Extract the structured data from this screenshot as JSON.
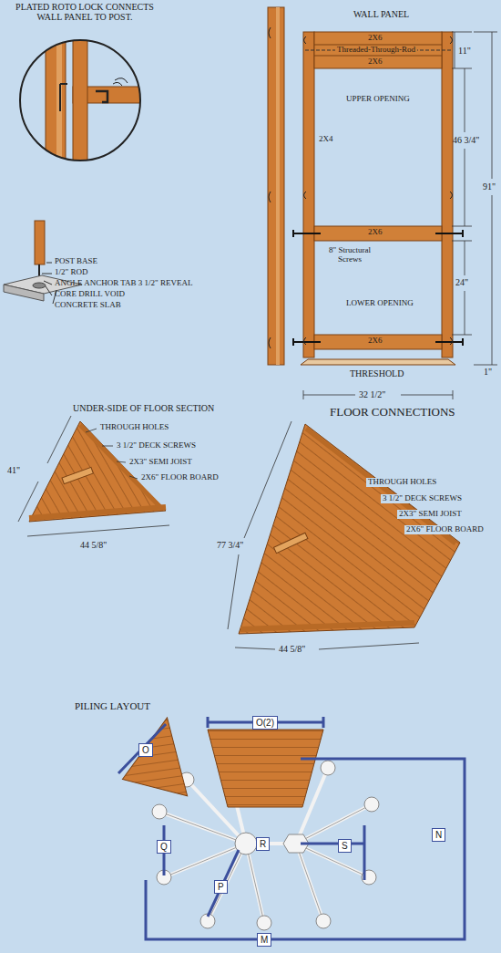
{
  "diagram": {
    "nodes": [
      {
        "text": [
          "O(2)"
        ]
      },
      {
        "text": [
          "O"
        ]
      },
      {
        "text": [
          "N"
        ]
      },
      {
        "text": [
          "Q"
        ]
      },
      {
        "text": [
          "R"
        ]
      },
      {
        "text": [
          "S"
        ]
      },
      {
        "text": [
          "P"
        ]
      },
      {
        "text": [
          "M"
        ]
      }
    ],
    "labels": [
      "PLATED ROTO LOCK CONNECTS WALL PANEL TO POST.",
      "POST BASE",
      "1/2\" ROD",
      "ANGLE ANCHOR TAB 3 1/2\" REVEAL",
      "CORE DRILL VOID",
      "CONCRETE SLAB",
      "WALL PANEL",
      "2X6",
      "Threaded-Through-Rod",
      "2X6",
      "UPPER OPENING",
      "2X4",
      "2X6",
      "8\" Structural Screws",
      "LOWER OPENING",
      "2X6",
      "THRESHOLD",
      "32 1/2\"",
      "11\"",
      "46 3/4\"",
      "91\"",
      "24\"",
      "1\"",
      "UNDER-SIDE OF FLOOR SECTION",
      "THROUGH HOLES",
      "3 1/2\" DECK SCREWS",
      "2X3\" SEMI JOIST",
      "2X6\" FLOOR BOARD",
      "41\"",
      "44 5/8\"",
      "FLOOR CONNECTIONS",
      "THROUGH HOLES",
      "3 1/2\" DECK SCREWS",
      "2X3\" SEMI JOIST",
      "2X6\" FLOOR BOARD",
      "77 3/4\"",
      "44 5/8\"",
      "PILING LAYOUT"
    ]
  }
}
